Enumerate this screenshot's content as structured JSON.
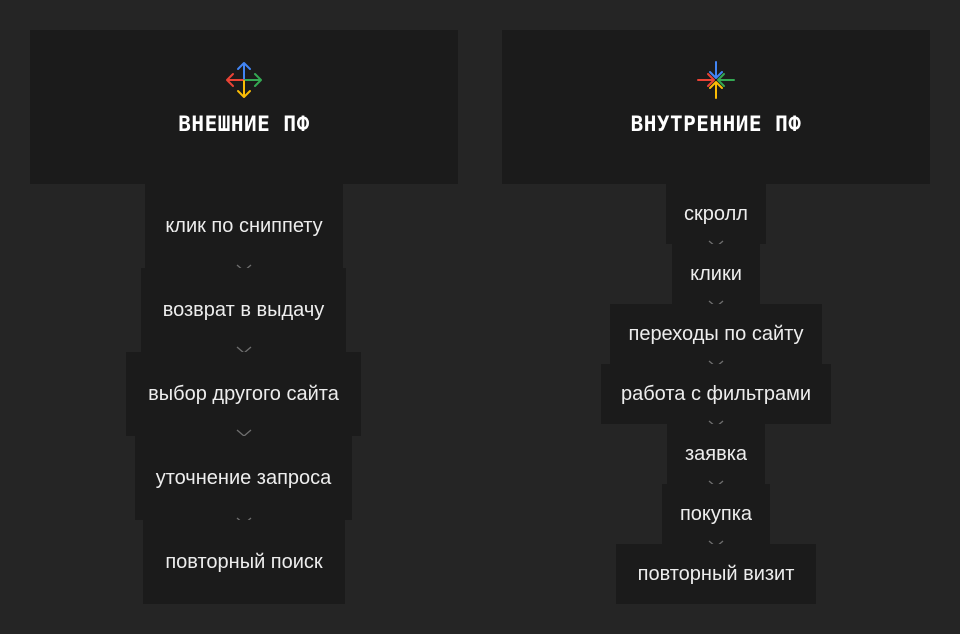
{
  "colors": {
    "background": "#252525",
    "block": "#1b1b1b",
    "text": "#ededed",
    "chevron": "#6f6f6f",
    "arrow_red": "#ea4335",
    "arrow_blue": "#4285f4",
    "arrow_green": "#34a853",
    "arrow_yellow": "#fbbc05"
  },
  "external": {
    "icon": "arrows-outward-icon",
    "title": "ВНЕШНИЕ ПФ",
    "steps": [
      "клик по сниппету",
      "возврат в выдачу",
      "выбор другого сайта",
      "уточнение запроса",
      "повторный поиск"
    ]
  },
  "internal": {
    "icon": "arrows-inward-icon",
    "title": "ВНУТРЕННИЕ ПФ",
    "steps": [
      "скролл",
      "клики",
      "переходы по сайту",
      "работа с фильтрами",
      "заявка",
      "покупка",
      "повторный визит"
    ]
  }
}
